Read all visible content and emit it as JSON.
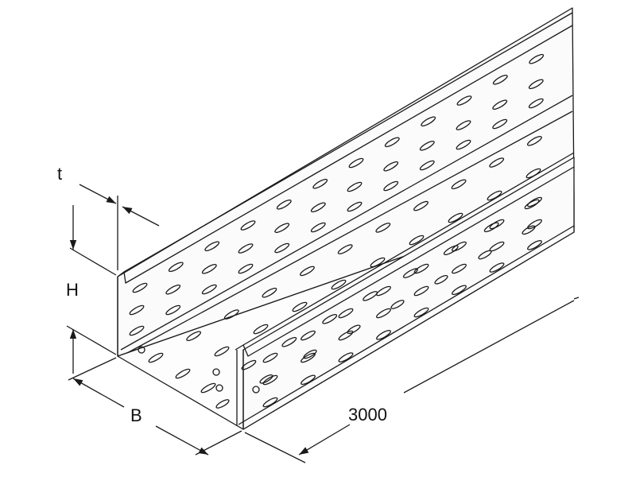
{
  "labels": {
    "thickness": "t",
    "height": "H",
    "width": "B",
    "length": "3000"
  },
  "colors": {
    "line": "#1a1a1a",
    "background": "#ffffff",
    "tray_fill": "#fbfbfb"
  }
}
